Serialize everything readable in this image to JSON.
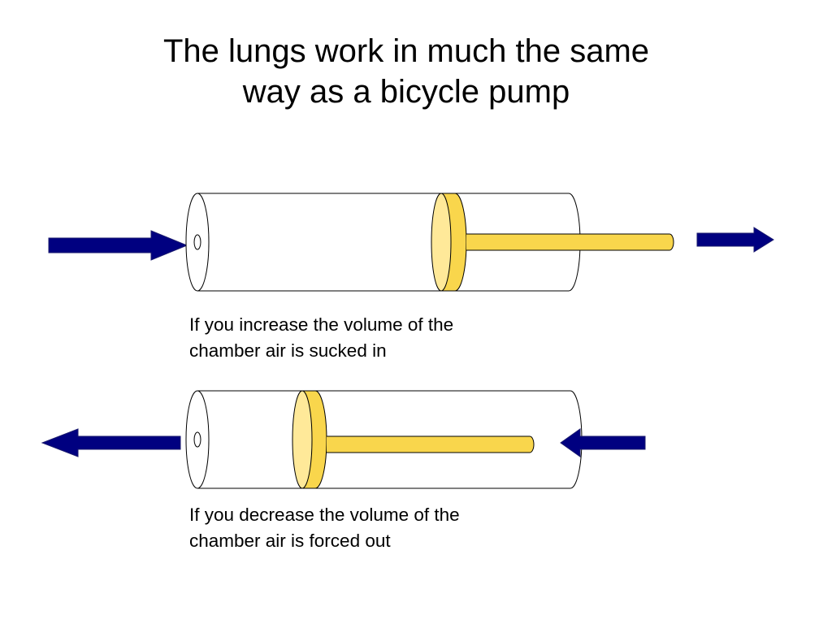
{
  "slide": {
    "title_line_1": "The lungs work in much the same",
    "title_line_2": "way as a bicycle pump"
  },
  "captions": {
    "increase_line_1": "If you increase the volume of the",
    "increase_line_2": "chamber air is sucked in",
    "decrease_line_1": "If you decrease the volume of the",
    "decrease_line_2": "chamber air is forced out"
  },
  "colors": {
    "arrow": "#000080",
    "piston_face": "#FFE999",
    "piston_body": "#F9D64C",
    "outline": "#000000"
  },
  "icons": {
    "arrow": "block-arrow-icon",
    "pump": "bicycle-pump-icon"
  }
}
